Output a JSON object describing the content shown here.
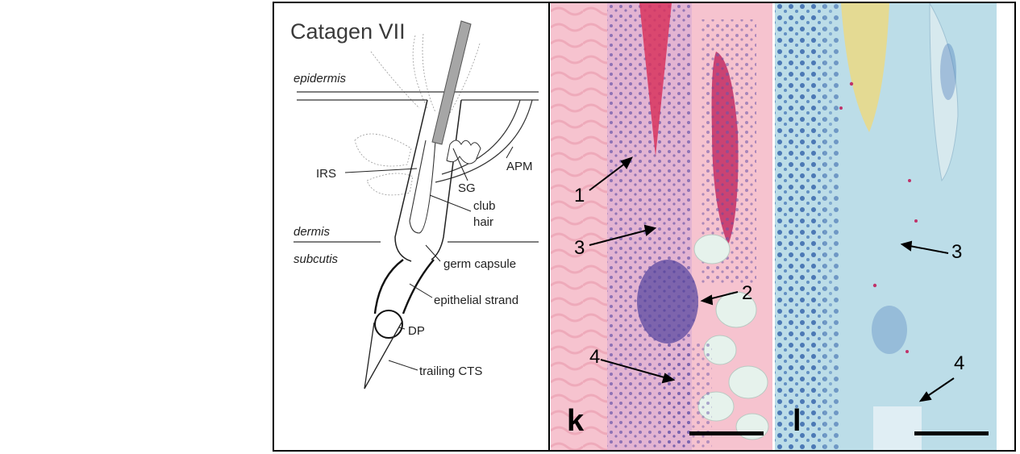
{
  "schematic": {
    "title": "Catagen VII",
    "layers": {
      "epidermis": "epidermis",
      "dermis": "dermis",
      "subcutis": "subcutis"
    },
    "structures": {
      "irs": "IRS",
      "sg": "SG",
      "apm": "APM",
      "club_hair_line1": "club",
      "club_hair_line2": "hair",
      "germ_capsule": "germ capsule",
      "epithelial_strand": "epithelial strand",
      "dp": "DP",
      "trailing_cts": "trailing CTS"
    }
  },
  "panel_k": {
    "letter": "k",
    "markers": [
      "1",
      "3",
      "2",
      "4"
    ],
    "colors": {
      "background": "#f6c3cf",
      "nuclei": "#5b4aa0",
      "hair_shaft": "#d8345e",
      "fat": "#e6f2ec"
    }
  },
  "panel_l": {
    "letter": "l",
    "markers": [
      "3",
      "4"
    ],
    "colors": {
      "background": "#bcdde8",
      "cells": "#2f5fa8",
      "hair_shaft": "#e8d98a"
    }
  }
}
